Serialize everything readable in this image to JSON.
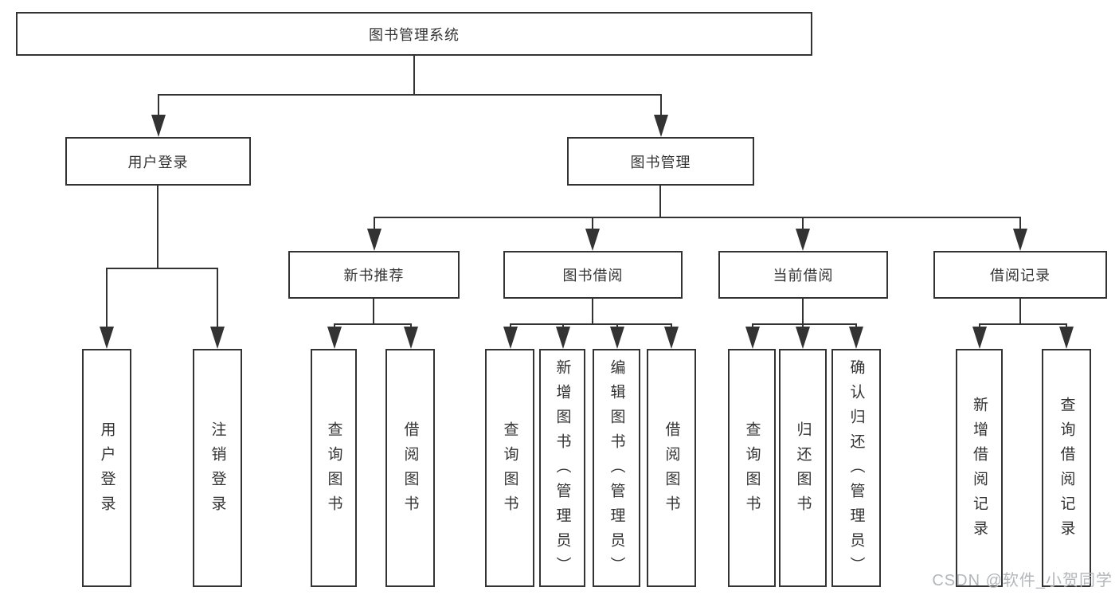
{
  "diagram": {
    "type": "tree",
    "tree": {
      "label": "图书管理系统",
      "children": [
        {
          "label": "用户登录",
          "children": [
            {
              "label": "用户登录"
            },
            {
              "label": "注销登录"
            }
          ]
        },
        {
          "label": "图书管理",
          "children": [
            {
              "label": "新书推荐",
              "children": [
                {
                  "label": "查询图书"
                },
                {
                  "label": "借阅图书"
                }
              ]
            },
            {
              "label": "图书借阅",
              "children": [
                {
                  "label": "查询图书"
                },
                {
                  "label": "新增图书（管理员）"
                },
                {
                  "label": "编辑图书（管理员）"
                },
                {
                  "label": "借阅图书"
                }
              ]
            },
            {
              "label": "当前借阅",
              "children": [
                {
                  "label": "查询图书"
                },
                {
                  "label": "归还图书"
                },
                {
                  "label": "确认归还（管理员）"
                }
              ]
            },
            {
              "label": "借阅记录",
              "children": [
                {
                  "label": "新增借阅记录"
                },
                {
                  "label": "查询借阅记录"
                }
              ]
            }
          ]
        }
      ]
    },
    "colors": {
      "line": "#333333",
      "box_border": "#333333",
      "text": "#333333",
      "background": "#ffffff",
      "watermark": "#b3b6ba"
    }
  },
  "watermark": {
    "text": "CSDN @软件_小贺同学"
  }
}
